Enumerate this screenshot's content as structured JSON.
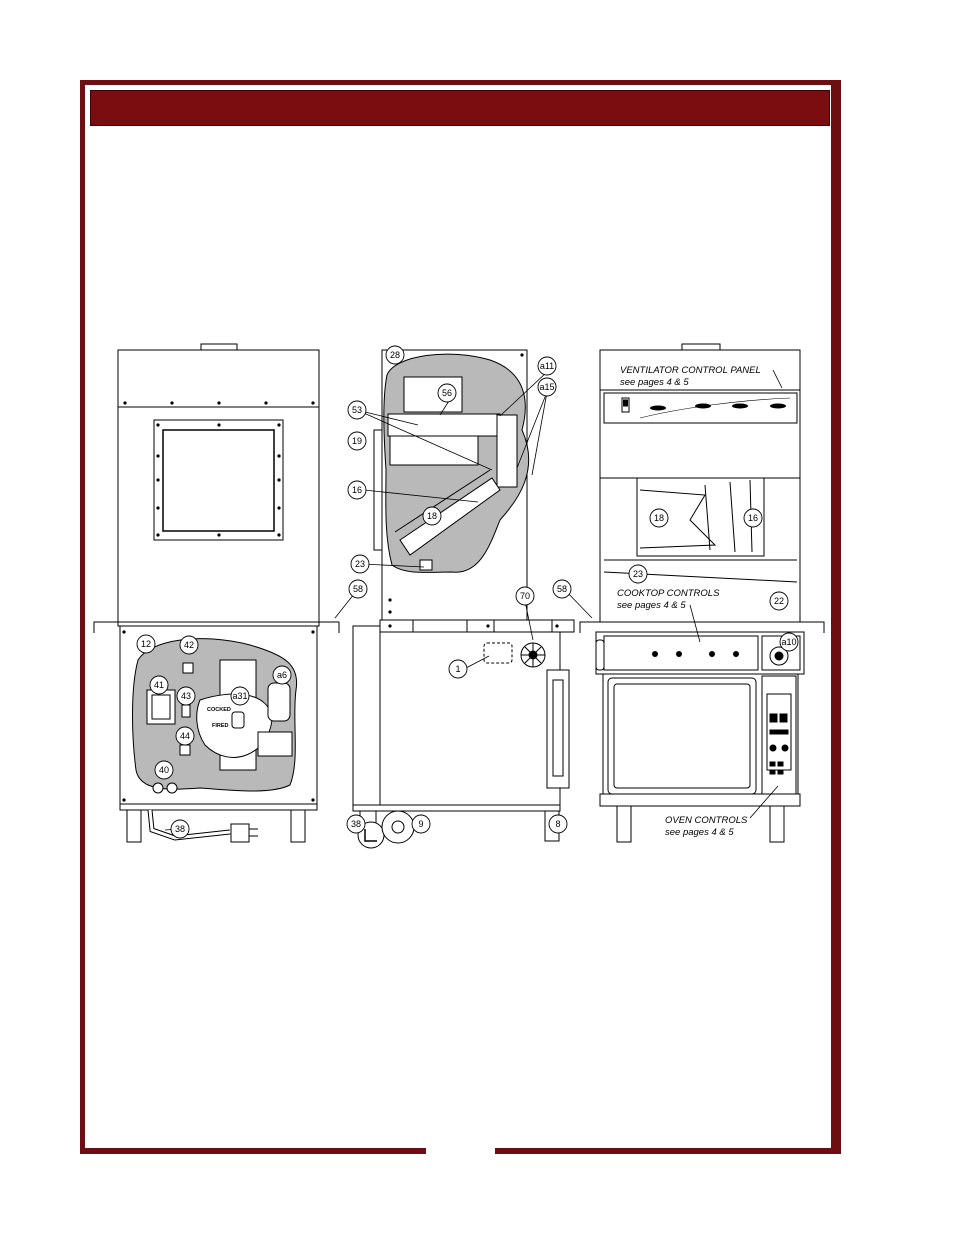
{
  "callouts": {
    "c12": "12",
    "c42": "42",
    "c41": "41",
    "c43": "43",
    "a31": "a31",
    "a6": "a6",
    "c44": "44",
    "c40": "40",
    "c38a": "38",
    "c58a": "58",
    "c28": "28",
    "c56": "56",
    "a11": "a11",
    "a15": "a15",
    "c53": "53",
    "c19": "19",
    "c16a": "16",
    "c18a": "18",
    "c23a": "23",
    "c70": "70",
    "c1": "1",
    "c38b": "38",
    "c9": "9",
    "c8": "8",
    "c58b": "58",
    "c18b": "18",
    "c16b": "16",
    "c23b": "23",
    "c22": "22",
    "a10": "a10"
  },
  "switch_labels": {
    "cocked": "COCKED",
    "fired": "FIRED"
  },
  "captions": {
    "ventilator_title": "VENTILATOR CONTROL PANEL",
    "ventilator_ref": "see pages 4 & 5",
    "cooktop_title": "COOKTOP CONTROLS",
    "cooktop_ref": "see pages 4 & 5",
    "oven_title": "OVEN CONTROLS",
    "oven_ref": "see pages 4 & 5"
  },
  "colors": {
    "frame": "#6b0f12",
    "header": "#7b0d11",
    "cutaway": "#b9b9b9"
  }
}
